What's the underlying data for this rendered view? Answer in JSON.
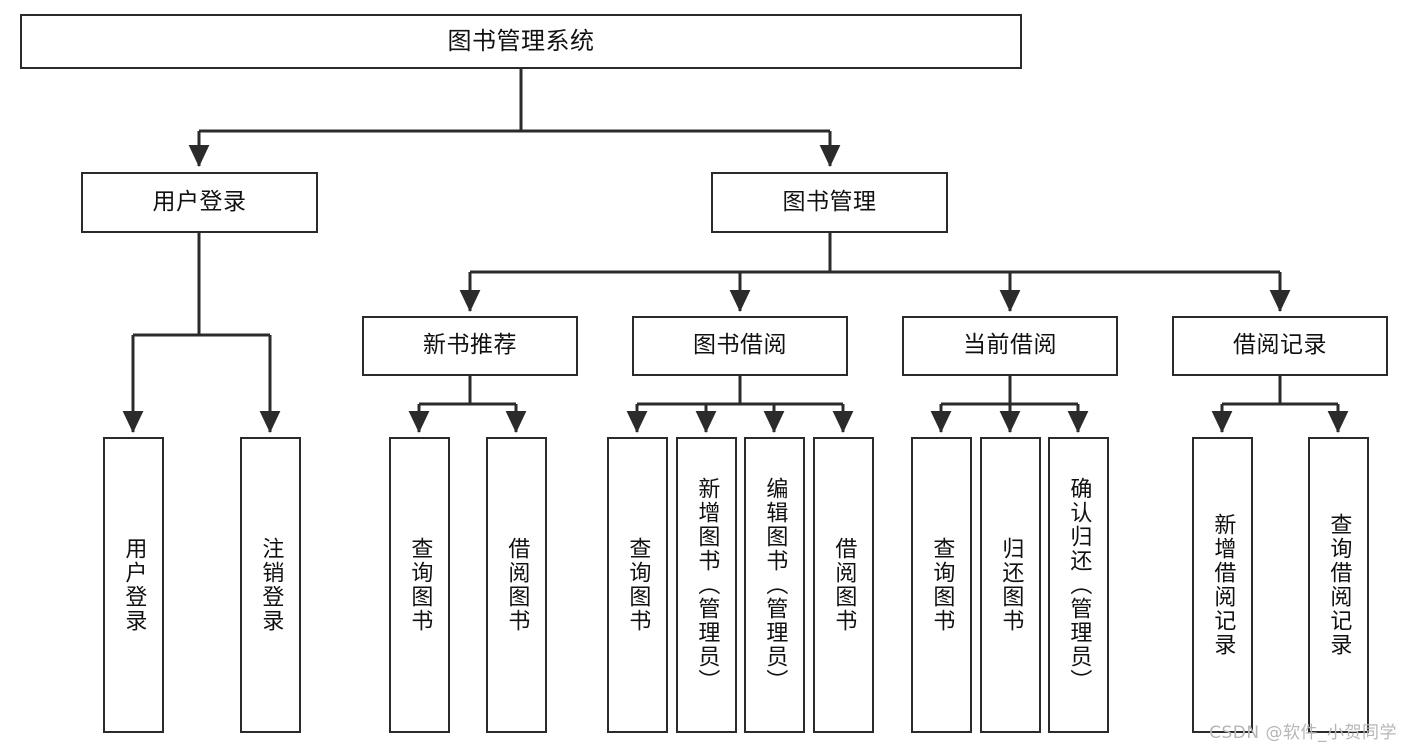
{
  "diagram": {
    "title": "图书管理系统",
    "type": "tree-hierarchy",
    "watermark": "CSDN @软件_小贺同学",
    "style": {
      "background": "#ffffff",
      "node_border": "#2b2b2b",
      "node_fill": "#ffffff",
      "edge_color": "#2b2b2b",
      "text_color": "#111111"
    },
    "nodes": {
      "root": {
        "label": "图书管理系统"
      },
      "level2": [
        {
          "id": "user-login",
          "label": "用户登录"
        },
        {
          "id": "book-manage",
          "label": "图书管理"
        }
      ],
      "level3": [
        {
          "id": "new-book-recommend",
          "label": "新书推荐"
        },
        {
          "id": "book-borrow",
          "label": "图书借阅"
        },
        {
          "id": "current-borrow",
          "label": "当前借阅"
        },
        {
          "id": "borrow-record",
          "label": "借阅记录"
        }
      ],
      "leaves": [
        {
          "id": "leaf-user-login",
          "label": "用户登录",
          "parent": "user-login"
        },
        {
          "id": "leaf-logout-login",
          "label": "注销登录",
          "parent": "user-login"
        },
        {
          "id": "leaf-query-book-1",
          "label": "查询图书",
          "parent": "new-book-recommend"
        },
        {
          "id": "leaf-borrow-book-1",
          "label": "借阅图书",
          "parent": "new-book-recommend"
        },
        {
          "id": "leaf-query-book-2",
          "label": "查询图书",
          "parent": "book-borrow"
        },
        {
          "id": "leaf-add-book",
          "label": "新增图书（管理员）",
          "parent": "book-borrow"
        },
        {
          "id": "leaf-edit-book",
          "label": "编辑图书（管理员）",
          "parent": "book-borrow"
        },
        {
          "id": "leaf-borrow-book-2",
          "label": "借阅图书",
          "parent": "book-borrow"
        },
        {
          "id": "leaf-query-book-3",
          "label": "查询图书",
          "parent": "current-borrow"
        },
        {
          "id": "leaf-return-book",
          "label": "归还图书",
          "parent": "current-borrow"
        },
        {
          "id": "leaf-confirm-return",
          "label": "确认归还（管理员）",
          "parent": "current-borrow"
        },
        {
          "id": "leaf-add-record",
          "label": "新增借阅记录",
          "parent": "borrow-record"
        },
        {
          "id": "leaf-query-record",
          "label": "查询借阅记录",
          "parent": "borrow-record"
        }
      ]
    }
  }
}
